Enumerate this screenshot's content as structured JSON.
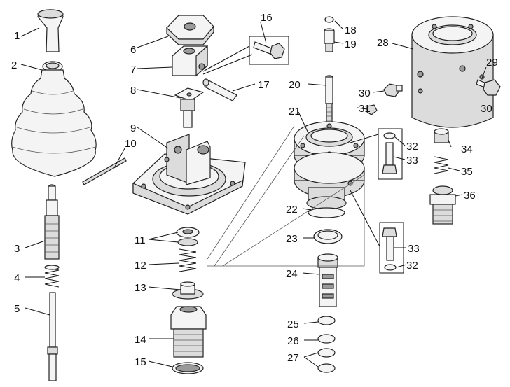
{
  "callouts": {
    "c1": "1",
    "c2": "2",
    "c3": "3",
    "c4": "4",
    "c5": "5",
    "c6": "6",
    "c7": "7",
    "c8": "8",
    "c9": "9",
    "c10": "10",
    "c11": "11",
    "c12": "12",
    "c13": "13",
    "c14": "14",
    "c15": "15",
    "c16": "16",
    "c17": "17",
    "c18": "18",
    "c19": "19",
    "c20": "20",
    "c21": "21",
    "c22": "22",
    "c23": "23",
    "c24": "24",
    "c25": "25",
    "c26": "26",
    "c27": "27",
    "c28": "28",
    "c29": "29",
    "c30a": "30",
    "c30b": "30",
    "c31": "31",
    "c32a": "32",
    "c32b": "32",
    "c33a": "33",
    "c33b": "33",
    "c34": "34",
    "c35": "35",
    "c36": "36"
  }
}
